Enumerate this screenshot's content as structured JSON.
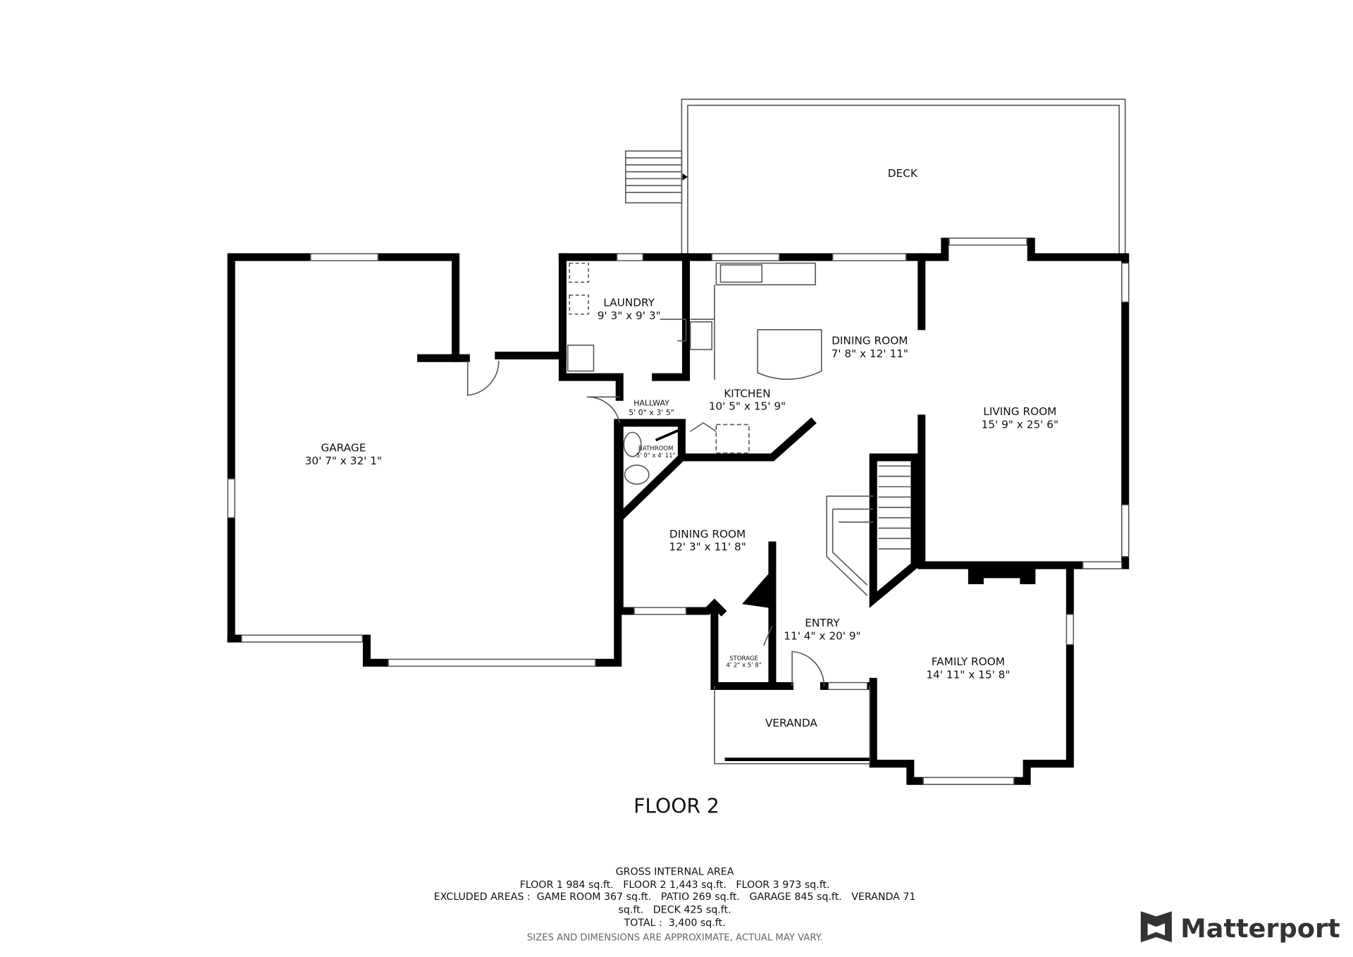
{
  "floor_label": "FLOOR 2",
  "rooms": {
    "deck": {
      "name": "DECK"
    },
    "laundry": {
      "name": "LAUNDRY",
      "dims": "9' 3\" x 9' 3\""
    },
    "dining_upper": {
      "name": "DINING ROOM",
      "dims": "7' 8\" x 12' 11\""
    },
    "kitchen": {
      "name": "KITCHEN",
      "dims": "10' 5\" x 15' 9\""
    },
    "hallway": {
      "name": "HALLWAY",
      "dims": "5' 0\" x 3' 5\""
    },
    "bathroom": {
      "name": "BATHROOM",
      "dims": "5' 0\" x 4' 11\""
    },
    "living": {
      "name": "LIVING ROOM",
      "dims": "15' 9\" x 25' 6\""
    },
    "garage": {
      "name": "GARAGE",
      "dims": "30' 7\" x 32' 1\""
    },
    "dining_lower": {
      "name": "DINING ROOM",
      "dims": "12' 3\" x 11' 8\""
    },
    "entry": {
      "name": "ENTRY",
      "dims": "11' 4\" x 20' 9\""
    },
    "storage": {
      "name": "STORAGE",
      "dims": "4' 2\" x 5' 8\""
    },
    "family": {
      "name": "FAMILY ROOM",
      "dims": "14' 11\" x 15' 8\""
    },
    "veranda": {
      "name": "VERANDA"
    }
  },
  "footer": {
    "line1": "GROSS INTERNAL AREA",
    "line2": "FLOOR 1 984 sq.ft.   FLOOR 2 1,443 sq.ft.   FLOOR 3 973 sq.ft.",
    "line3": "EXCLUDED AREAS :  GAME ROOM 367 sq.ft.   PATIO 269 sq.ft.   GARAGE 845 sq.ft.   VERANDA 71",
    "line4": "sq.ft.   DECK 425 sq.ft.",
    "line5": "TOTAL :  3,400 sq.ft.",
    "disclaimer": "SIZES AND DIMENSIONS ARE APPROXIMATE, ACTUAL MAY VARY."
  },
  "brand": {
    "name": "Matterport"
  }
}
